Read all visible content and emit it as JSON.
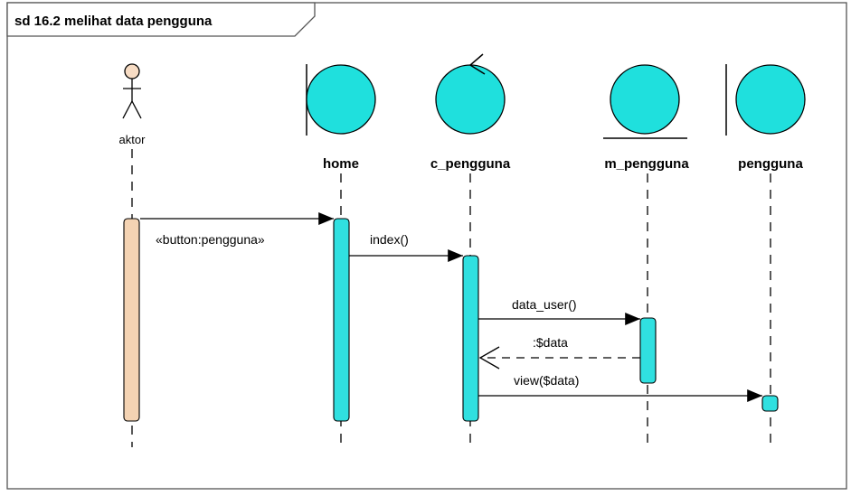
{
  "diagram": {
    "frame_title": "sd 16.2 melihat data pengguna",
    "actor": {
      "name": "aktor"
    },
    "lifelines": {
      "home": "home",
      "c_pengguna": "c_pengguna",
      "m_pengguna": "m_pengguna",
      "pengguna": "pengguna"
    },
    "messages": {
      "m1": "«button:pengguna»",
      "m2": "index()",
      "m3": "data_user()",
      "m4": ":$data",
      "m5": "view($data)"
    },
    "colors": {
      "boundary_fill": "#1fe0dd",
      "activation_fill": "#30e0e0",
      "actor_activation_fill": "#f4d3b3",
      "actor_fill": "#f7dcc4",
      "line": "#000000"
    }
  }
}
